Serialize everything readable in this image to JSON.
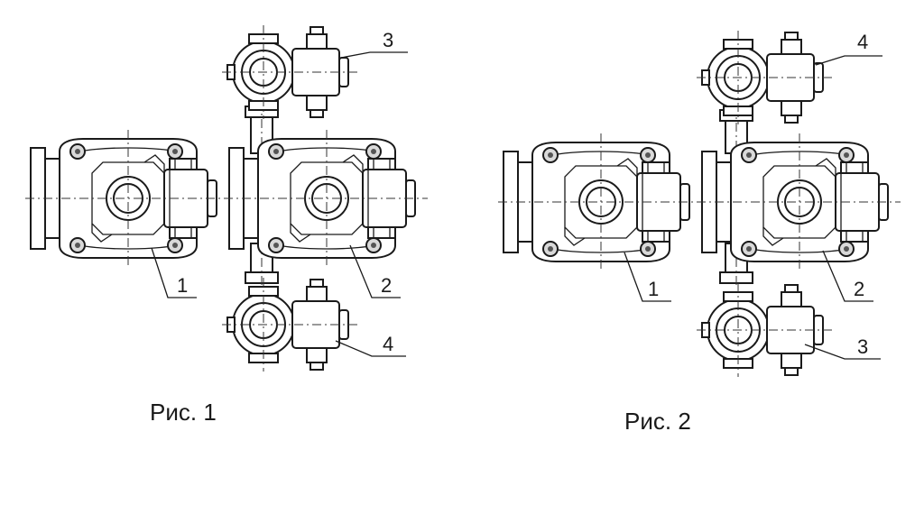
{
  "figures": [
    {
      "caption": "Рис. 1",
      "labels": {
        "main_left": "1",
        "main_right": "2",
        "top_valve": "3",
        "bottom_valve": "4"
      }
    },
    {
      "caption": "Рис. 2",
      "labels": {
        "main_left": "1",
        "main_right": "2",
        "top_valve": "4",
        "bottom_valve": "3"
      }
    }
  ]
}
